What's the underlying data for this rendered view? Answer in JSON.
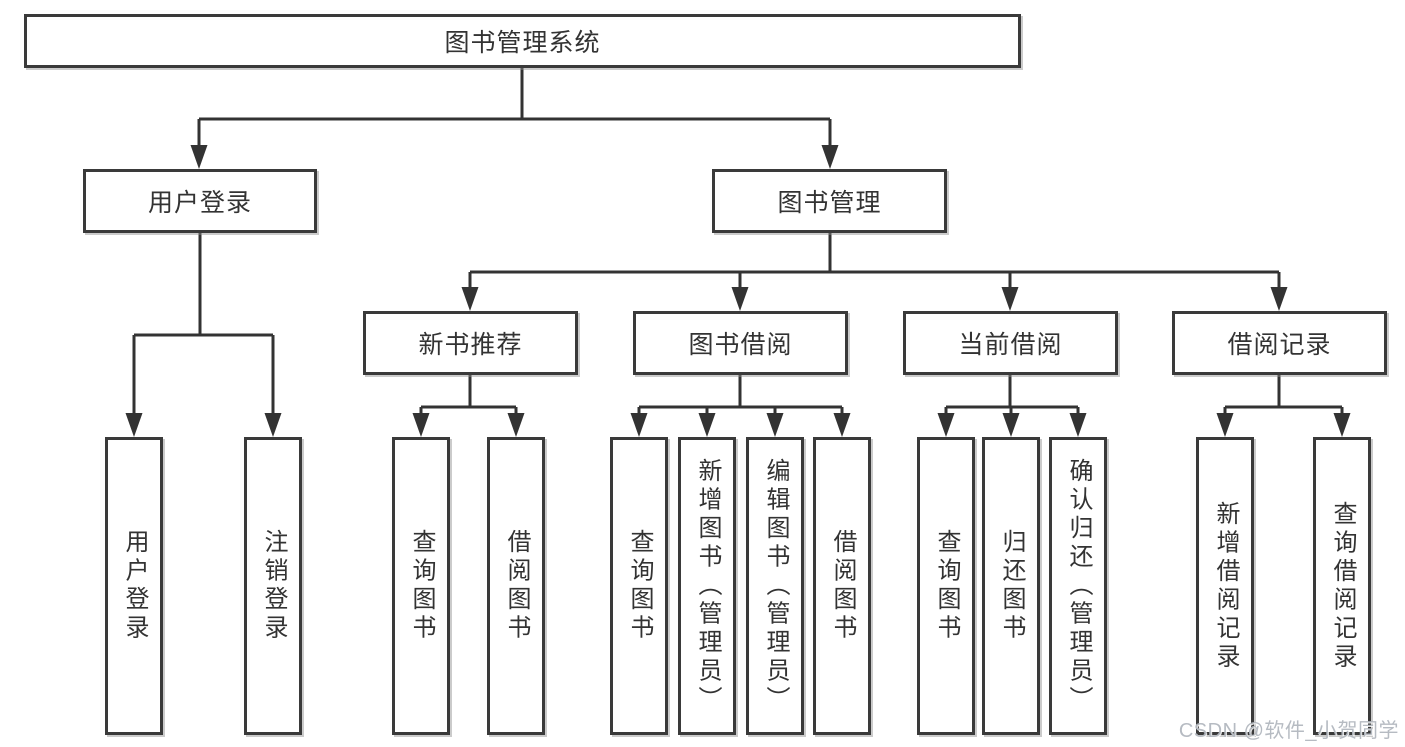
{
  "tree": {
    "root": "图书管理系统",
    "branches": [
      {
        "label": "用户登录",
        "leaves": [
          "用户登录",
          "注销登录"
        ]
      },
      {
        "label": "图书管理",
        "groups": [
          {
            "label": "新书推荐",
            "leaves": [
              "查询图书",
              "借阅图书"
            ]
          },
          {
            "label": "图书借阅",
            "leaves": [
              "查询图书",
              "新增图书（管理员）",
              "编辑图书（管理员）",
              "借阅图书"
            ]
          },
          {
            "label": "当前借阅",
            "leaves": [
              "查询图书",
              "归还图书",
              "确认归还（管理员）"
            ]
          },
          {
            "label": "借阅记录",
            "leaves": [
              "新增借阅记录",
              "查询借阅记录"
            ]
          }
        ]
      }
    ]
  },
  "colors": {
    "line": "#333333",
    "box_border": "#3a3a3a",
    "text": "#333333",
    "background": "#ffffff",
    "watermark": "#b2b7bf"
  },
  "watermark": "CSDN @软件_小贺同学"
}
